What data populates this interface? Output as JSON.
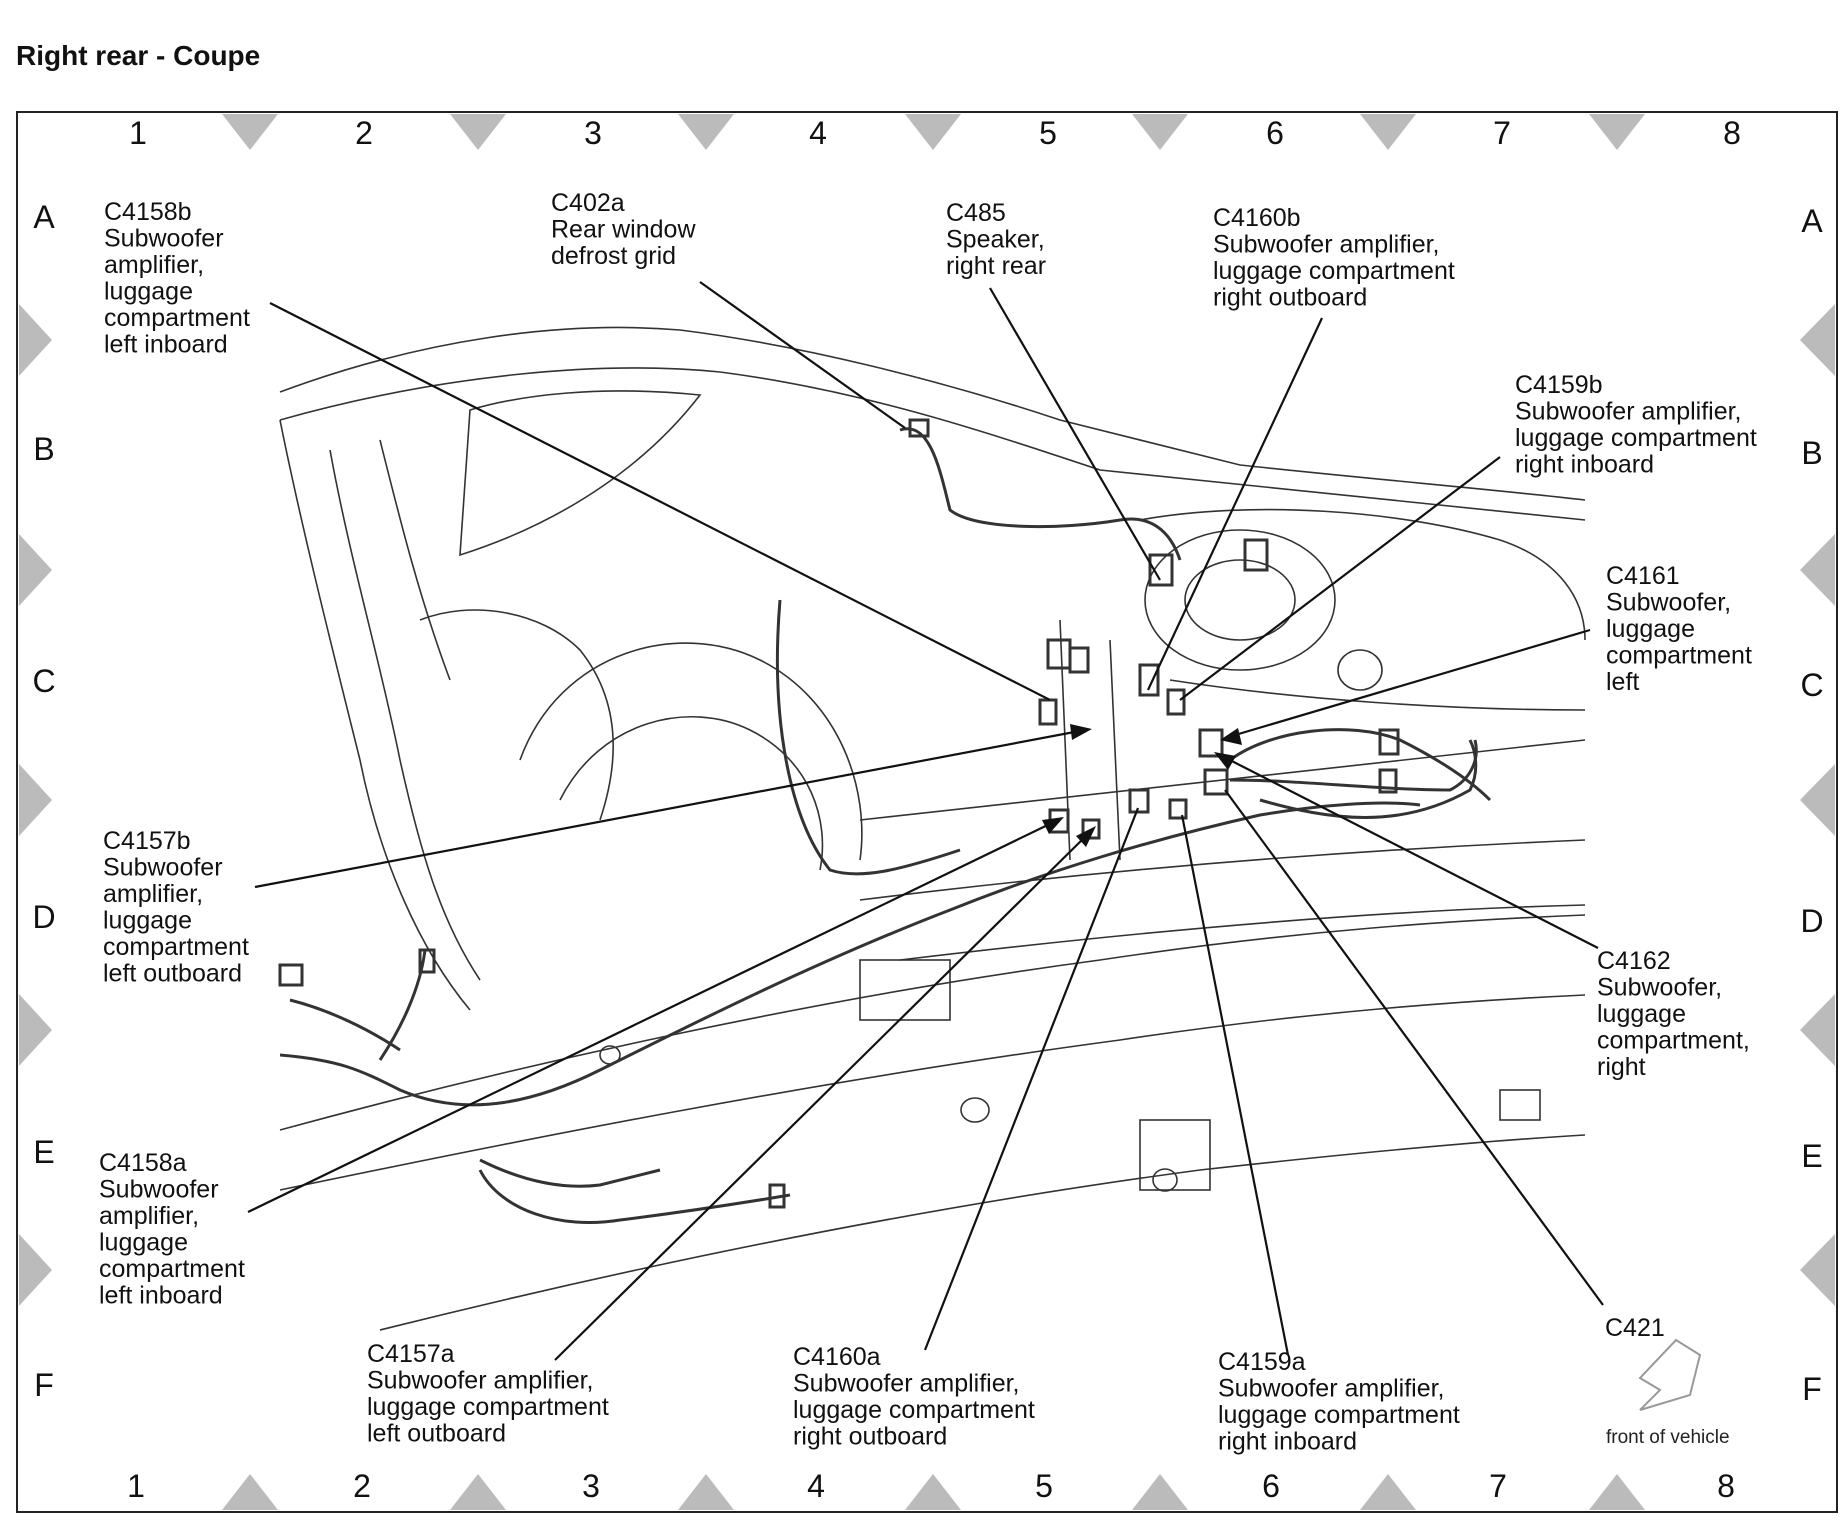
{
  "title": "Right rear - Coupe",
  "grid": {
    "columns": [
      "1",
      "2",
      "3",
      "4",
      "5",
      "6",
      "7",
      "8"
    ],
    "rows": [
      "A",
      "B",
      "C",
      "D",
      "E",
      "F"
    ]
  },
  "callouts": [
    {
      "id": "c4158b",
      "code": "C4158b",
      "lines": [
        "Subwoofer",
        "amplifier,",
        "luggage",
        "compartment",
        "left inboard"
      ]
    },
    {
      "id": "c402a",
      "code": "C402a",
      "lines": [
        "Rear window",
        "defrost grid"
      ]
    },
    {
      "id": "c485",
      "code": "C485",
      "lines": [
        "Speaker,",
        "right rear"
      ]
    },
    {
      "id": "c4160b",
      "code": "C4160b",
      "lines": [
        "Subwoofer amplifier,",
        "luggage compartment",
        "right outboard"
      ]
    },
    {
      "id": "c4159b",
      "code": "C4159b",
      "lines": [
        "Subwoofer amplifier,",
        "luggage compartment",
        "right inboard"
      ]
    },
    {
      "id": "c4161",
      "code": "C4161",
      "lines": [
        "Subwoofer,",
        "luggage",
        "compartment",
        "left"
      ]
    },
    {
      "id": "c4157b",
      "code": "C4157b",
      "lines": [
        "Subwoofer",
        "amplifier,",
        "luggage",
        "compartment",
        "left outboard"
      ]
    },
    {
      "id": "c4162",
      "code": "C4162",
      "lines": [
        "Subwoofer,",
        "luggage",
        "compartment,",
        "right"
      ]
    },
    {
      "id": "c4158a",
      "code": "C4158a",
      "lines": [
        "Subwoofer",
        "amplifier,",
        "luggage",
        "compartment",
        "left inboard"
      ]
    },
    {
      "id": "c421",
      "code": "C421",
      "lines": []
    },
    {
      "id": "c4157a",
      "code": "C4157a",
      "lines": [
        "Subwoofer amplifier,",
        "luggage compartment",
        "left outboard"
      ]
    },
    {
      "id": "c4160a",
      "code": "C4160a",
      "lines": [
        "Subwoofer amplifier,",
        "luggage compartment",
        "right outboard"
      ]
    },
    {
      "id": "c4159a",
      "code": "C4159a",
      "lines": [
        "Subwoofer amplifier,",
        "luggage compartment",
        "right inboard"
      ]
    }
  ],
  "orientation_note": "front of vehicle"
}
